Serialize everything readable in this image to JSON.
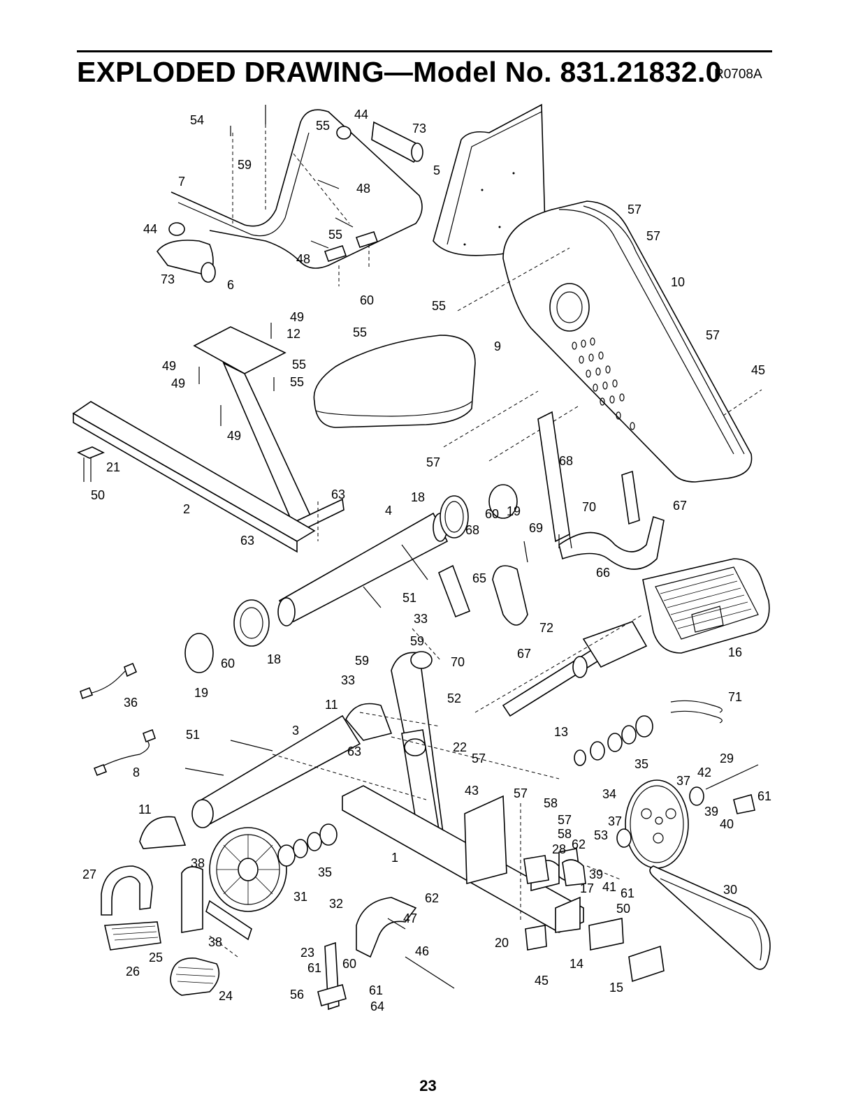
{
  "header": {
    "title": "EXPLODED DRAWING—Model No. 831.21832.0",
    "drawing_code": "R0708A"
  },
  "footer": {
    "page_number": "23"
  },
  "callouts": [
    "54",
    "55",
    "44",
    "73",
    "59",
    "7",
    "48",
    "5",
    "44",
    "55",
    "48",
    "73",
    "6",
    "60",
    "57",
    "57",
    "10",
    "55",
    "49",
    "12",
    "55",
    "49",
    "55",
    "49",
    "55",
    "9",
    "57",
    "45",
    "49",
    "21",
    "50",
    "57",
    "68",
    "2",
    "63",
    "18",
    "4",
    "60",
    "19",
    "69",
    "70",
    "67",
    "63",
    "68",
    "66",
    "65",
    "51",
    "33",
    "72",
    "59",
    "70",
    "67",
    "16",
    "59",
    "33",
    "60",
    "18",
    "19",
    "36",
    "52",
    "11",
    "71",
    "51",
    "3",
    "8",
    "63",
    "22",
    "57",
    "13",
    "35",
    "43",
    "29",
    "42",
    "37",
    "11",
    "57",
    "58",
    "34",
    "61",
    "39",
    "57",
    "58",
    "37",
    "40",
    "53",
    "28",
    "62",
    "38",
    "35",
    "1",
    "27",
    "31",
    "39",
    "17",
    "41",
    "61",
    "30",
    "62",
    "50",
    "32",
    "47",
    "38",
    "20",
    "23",
    "46",
    "61",
    "60",
    "14",
    "25",
    "26",
    "24",
    "61",
    "45",
    "56",
    "64",
    "15"
  ]
}
